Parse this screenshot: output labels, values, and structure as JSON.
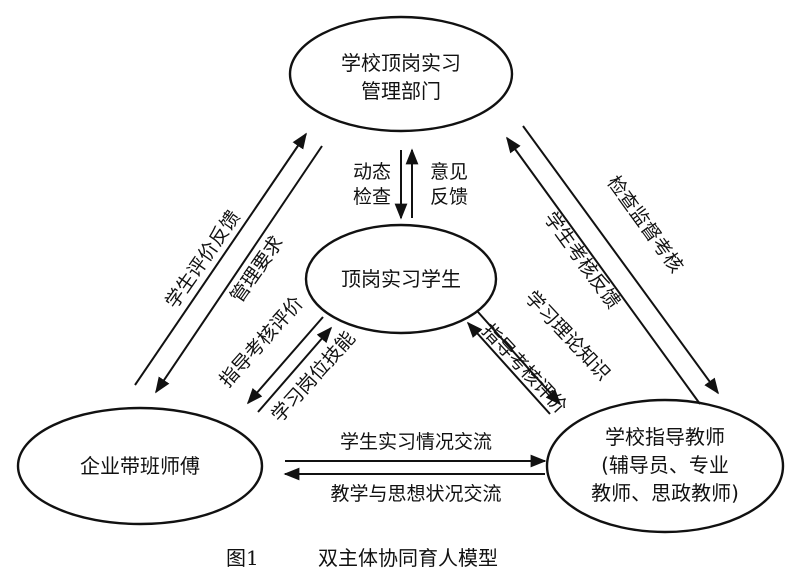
{
  "nodes": {
    "school_mgmt": {
      "line1": "学校顶岗实习",
      "line2": "管理部门"
    },
    "student": {
      "label": "顶岗实习学生"
    },
    "enterprise": {
      "label": "企业带班师傅"
    },
    "teacher": {
      "line1": "学校指导教师",
      "line2": "(辅导员、专业",
      "line3": "教师、思政教师)"
    }
  },
  "edges": {
    "mgmt_to_student": "动态检查",
    "student_to_mgmt": "意见反馈",
    "mgmt_to_teacher": "检查监督考核",
    "teacher_to_mgmt": "学生考核反馈",
    "enterprise_to_mgmt": "学生评价反馈",
    "mgmt_to_enterprise": "管理要求",
    "student_to_enterprise": "指导考核评价",
    "enterprise_to_student": "学习岗位技能",
    "student_to_teacher": "学习理论知识",
    "teacher_to_student": "指导考核评价",
    "enterprise_to_teacher": "学生实习情况交流",
    "teacher_to_enterprise": "教学与思想状况交流"
  },
  "caption": {
    "label": "图1",
    "title": "双主体协同育人模型"
  }
}
